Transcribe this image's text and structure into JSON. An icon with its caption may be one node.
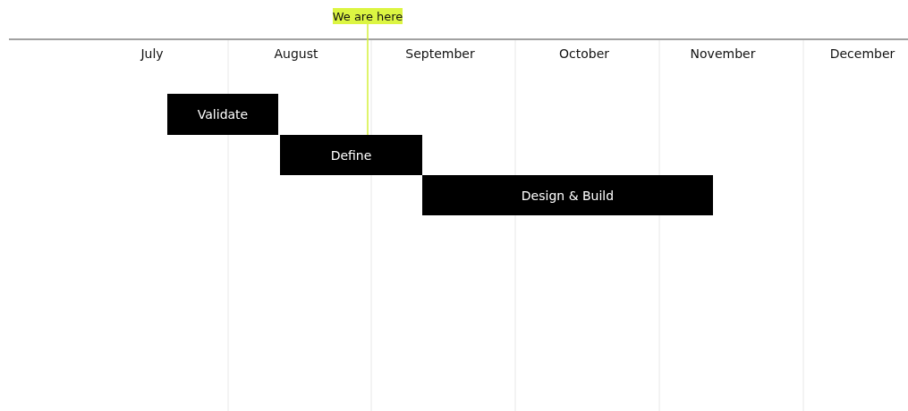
{
  "diagram": {
    "nodes": [
      {
        "text": [
          "Validate"
        ]
      },
      {
        "text": [
          "Define"
        ]
      },
      {
        "text": [
          "Design & Build"
        ]
      },
      {
        "text": [
          "We are here"
        ]
      }
    ],
    "edges": [
      {
        "from": 3,
        "to": 1,
        "arrow": "none"
      }
    ],
    "labels": [
      "July",
      "August",
      "September",
      "October",
      "November",
      "December"
    ]
  }
}
